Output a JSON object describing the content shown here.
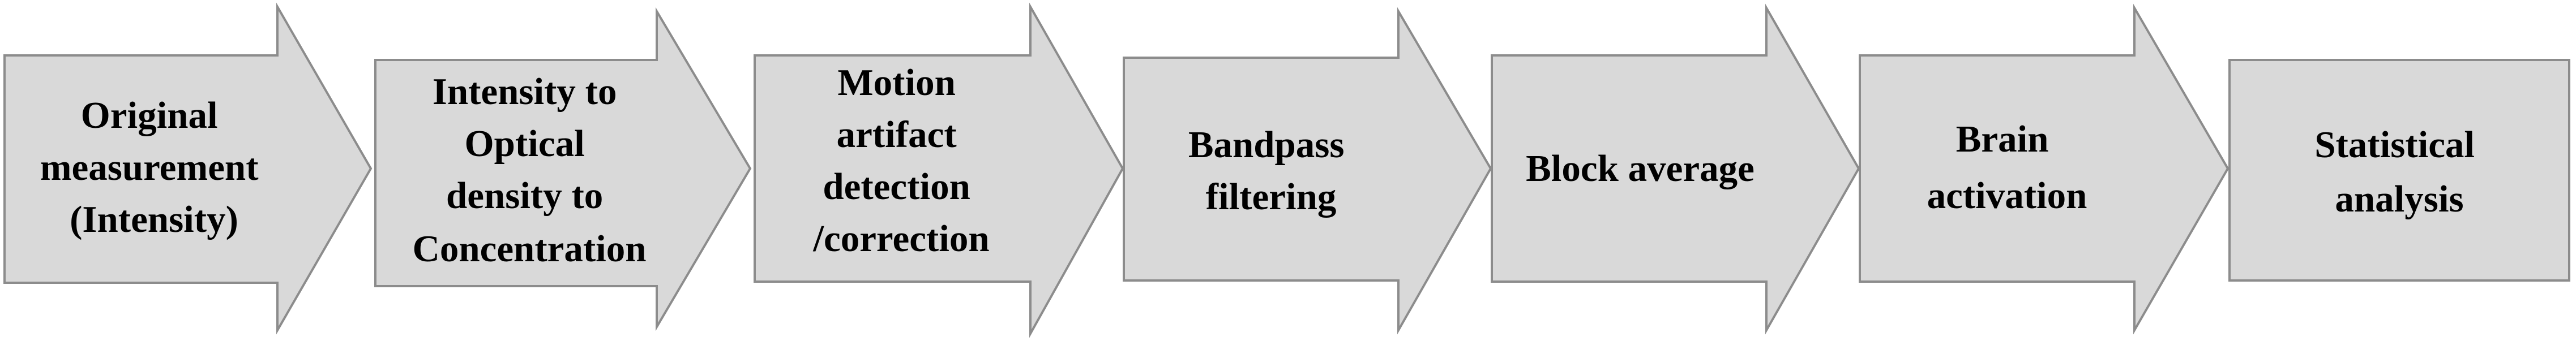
{
  "diagram": {
    "colors": {
      "fill": "#d9d9d9",
      "stroke": "#8c8c8c",
      "text": "#000000"
    },
    "steps": [
      {
        "id": "original-measurement",
        "shape": "arrow",
        "lines": [
          "Original",
          "measurement",
          "(Intensity)"
        ]
      },
      {
        "id": "intensity-to-concentration",
        "shape": "arrow",
        "lines": [
          "Intensity to",
          "Optical",
          "density to",
          "Concentration"
        ]
      },
      {
        "id": "motion-artifact",
        "shape": "arrow",
        "lines": [
          "Motion",
          "artifact",
          "detection",
          "/correction"
        ]
      },
      {
        "id": "bandpass-filtering",
        "shape": "arrow",
        "lines": [
          "Bandpass",
          "filtering"
        ]
      },
      {
        "id": "block-average",
        "shape": "arrow",
        "lines": [
          "Block average"
        ]
      },
      {
        "id": "brain-activation",
        "shape": "arrow",
        "lines": [
          "Brain",
          "activation"
        ]
      },
      {
        "id": "statistical-analysis",
        "shape": "box",
        "lines": [
          "Statistical",
          "analysis"
        ]
      }
    ]
  }
}
